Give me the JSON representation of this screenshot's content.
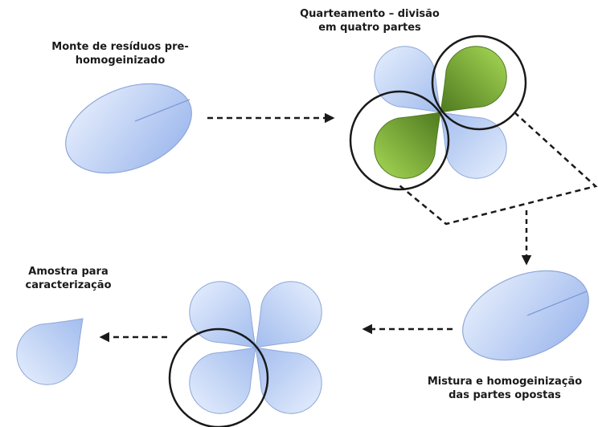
{
  "labels": {
    "pile": [
      "Monte de resíduos pre-",
      "homogeinizado"
    ],
    "quartering": [
      "Quarteamento – divisão",
      "em quatro partes"
    ],
    "sample": [
      "Amostra para",
      "caracterização"
    ],
    "mixing": [
      "Mistura e homogeinização",
      "das partes opostas"
    ]
  },
  "colors": {
    "blue_light": "#eaf1fd",
    "blue_dark": "#98b4ec",
    "blue_stroke": "#8ea7d8",
    "green_light": "#9ccc4e",
    "green_dark": "#4e7a1f",
    "outline": "#1a1a1a"
  },
  "icons": [
    "pile-ellipse",
    "cloverleaf",
    "selection-circle",
    "droplet",
    "dashed-arrow"
  ]
}
